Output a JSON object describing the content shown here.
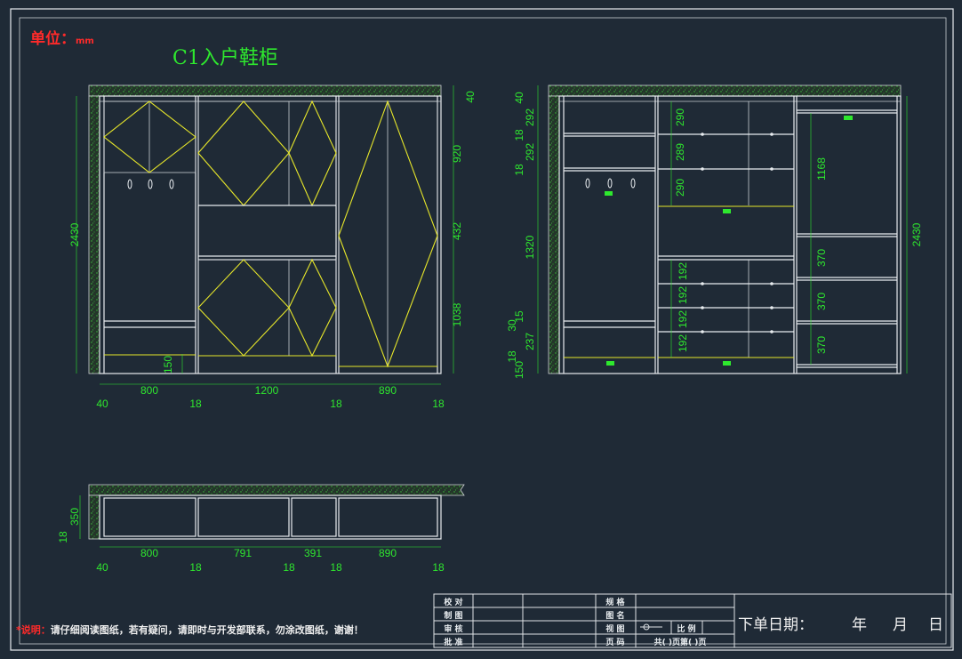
{
  "header": {
    "unit_label": "单位：",
    "unit_value": "mm",
    "title": "C1入户鞋柜"
  },
  "front_view": {
    "widths": [
      "800",
      "1200",
      "890"
    ],
    "boards": [
      "40",
      "18",
      "18",
      "18"
    ],
    "heights_right": [
      "40",
      "920",
      "432",
      "1038"
    ],
    "total_height": "2430",
    "small": "150"
  },
  "side_view": {
    "left_dims": [
      "40",
      "292",
      "18",
      "292",
      "18",
      "1320",
      "15",
      "30",
      "237",
      "18",
      "150"
    ],
    "mid_dims": [
      "290",
      "289",
      "290",
      "192",
      "192",
      "192",
      "192"
    ],
    "right_dims": [
      "1168",
      "370",
      "370",
      "370"
    ],
    "total_height": "2430"
  },
  "plan_view": {
    "widths": [
      "800",
      "791",
      "391",
      "890"
    ],
    "boards": [
      "40",
      "18",
      "18",
      "18",
      "18"
    ],
    "depth": "350",
    "board": "18"
  },
  "note": {
    "prefix": "*说明：",
    "text": "请仔细阅读图纸，若有疑问，请即时与开发部联系，勿涂改图纸，谢谢！"
  },
  "title_block": {
    "rows_left": [
      "校 对",
      "制 图",
      "审 核",
      "批 准"
    ],
    "rows_mid": [
      "规 格",
      "图 名",
      "视 图",
      "页 码"
    ],
    "scale_label": "比 例",
    "page_text": "共(   )页第(   )页",
    "order_date_label": "下单日期：",
    "year": "年",
    "month": "月",
    "day": "日"
  },
  "colors": {
    "background": "#1f2a36",
    "dimension": "#2ee82e",
    "highlight": "#e6e62a",
    "unit_red": "#ff2a2a",
    "line": "#e8ecef"
  }
}
